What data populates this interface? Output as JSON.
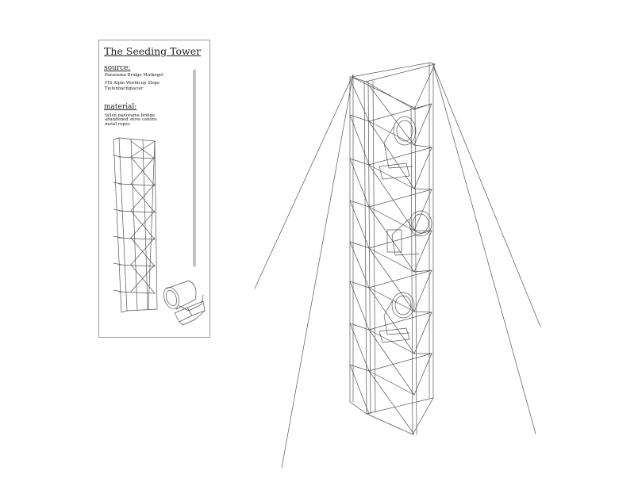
{
  "card": {
    "title": "The Seeding Tower",
    "source_heading": "source:",
    "source_lines": [
      "Panorama Bridge Mutkogel",
      "FIS Alpin Worldcup Slope",
      "Tiefenbachglacier"
    ],
    "material_heading": "material:",
    "material_lines": [
      "fallen panorama bridge",
      "abandoned snow canons",
      "metal ropes"
    ]
  },
  "colors": {
    "line": "#555555",
    "border": "#9a9a9a",
    "background": "#ffffff"
  }
}
